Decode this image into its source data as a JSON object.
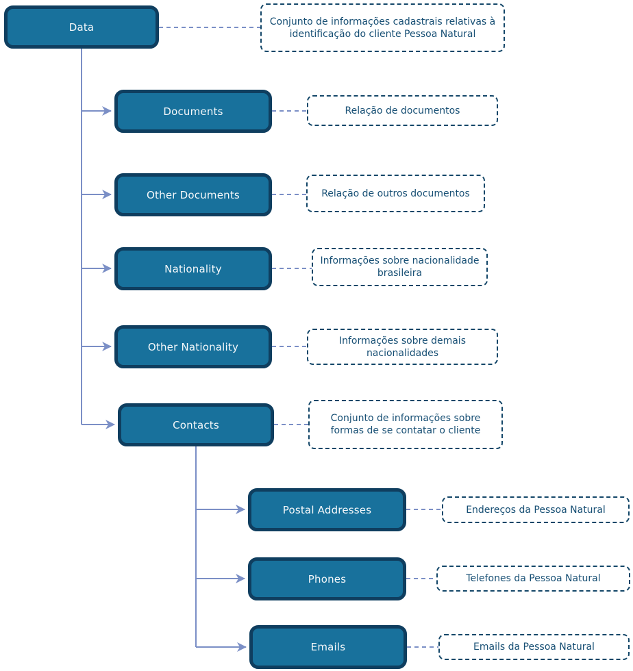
{
  "diagram": {
    "title": "Pessoa Natural data model tree",
    "colors": {
      "node_fill": "#18719c",
      "node_border": "#0f3e5f",
      "node_text": "#f5f8fa",
      "annotation_border": "#134668",
      "annotation_text": "#174f74",
      "connector": "#7b8fc6",
      "background": "#ffffff"
    },
    "nodes": {
      "data": {
        "label": "Data",
        "parent": null,
        "annotation": "Conjunto de informações cadastrais relativas à identificação do cliente Pessoa Natural"
      },
      "documents": {
        "label": "Documents",
        "parent": "data",
        "annotation": "Relação de documentos"
      },
      "other_documents": {
        "label": "Other Documents",
        "parent": "data",
        "annotation": "Relação de outros documentos"
      },
      "nationality": {
        "label": "Nationality",
        "parent": "data",
        "annotation": "Informações sobre nacionalidade brasileira"
      },
      "other_nationality": {
        "label": "Other Nationality",
        "parent": "data",
        "annotation": "Informações sobre demais nacionalidades"
      },
      "contacts": {
        "label": "Contacts",
        "parent": "data",
        "annotation": "Conjunto de informações sobre formas de se contatar o cliente"
      },
      "postal_addresses": {
        "label": "Postal Addresses",
        "parent": "contacts",
        "annotation": "Endereços da Pessoa Natural"
      },
      "phones": {
        "label": "Phones",
        "parent": "contacts",
        "annotation": "Telefones da Pessoa Natural"
      },
      "emails": {
        "label": "Emails",
        "parent": "contacts",
        "annotation": "Emails da Pessoa Natural"
      }
    }
  }
}
